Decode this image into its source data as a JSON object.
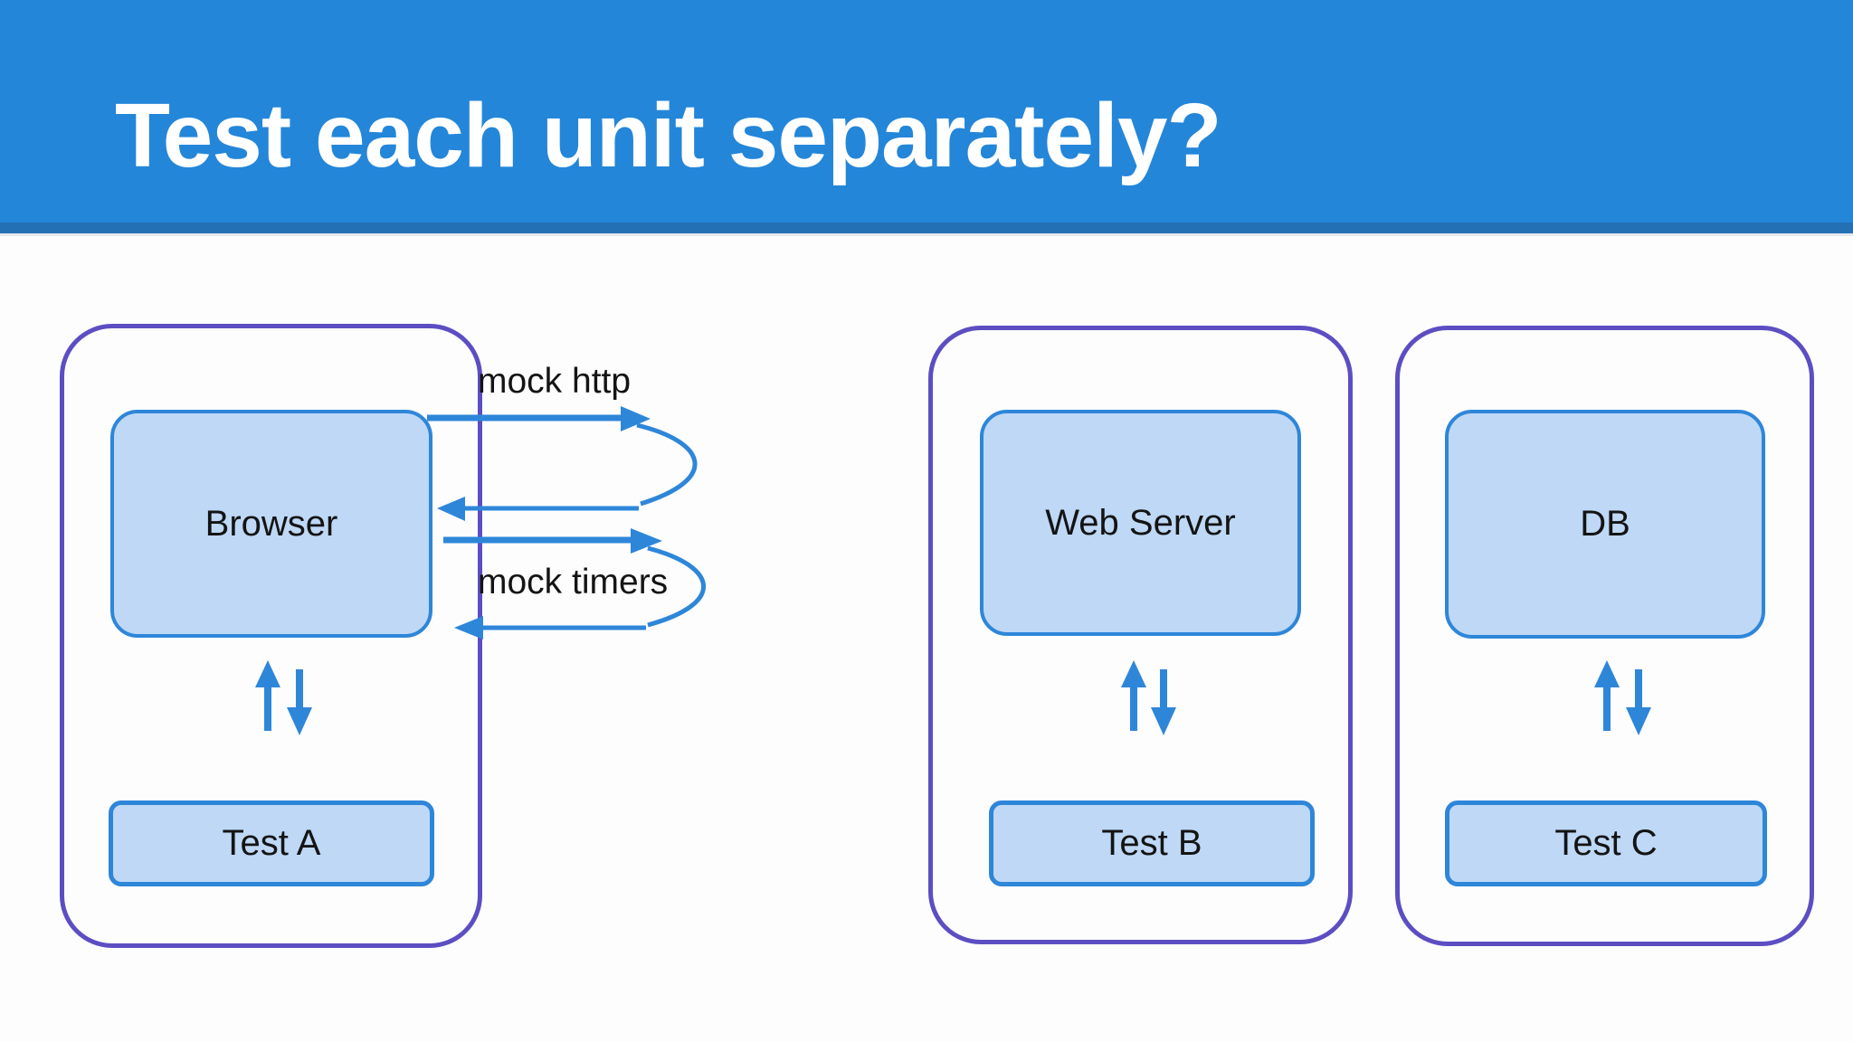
{
  "header": {
    "title": "Test each unit separately?"
  },
  "colors": {
    "header_bg": "#2486d9",
    "header_strip": "#2470b4",
    "body_bg": "#fdfdfe",
    "group_border": "#5c4ec2",
    "node_border": "#2e86d9",
    "node_fill": "#bed8f6",
    "arrow": "#2e86d9",
    "label_text": "#141414",
    "title_text": "#ffffff"
  },
  "diagram": {
    "groups": [
      {
        "component": "Browser",
        "test": "Test A"
      },
      {
        "component": "Web Server",
        "test": "Test B"
      },
      {
        "component": "DB",
        "test": "Test C"
      }
    ],
    "annotations": [
      {
        "label": "mock http"
      },
      {
        "label": "mock timers"
      }
    ]
  }
}
